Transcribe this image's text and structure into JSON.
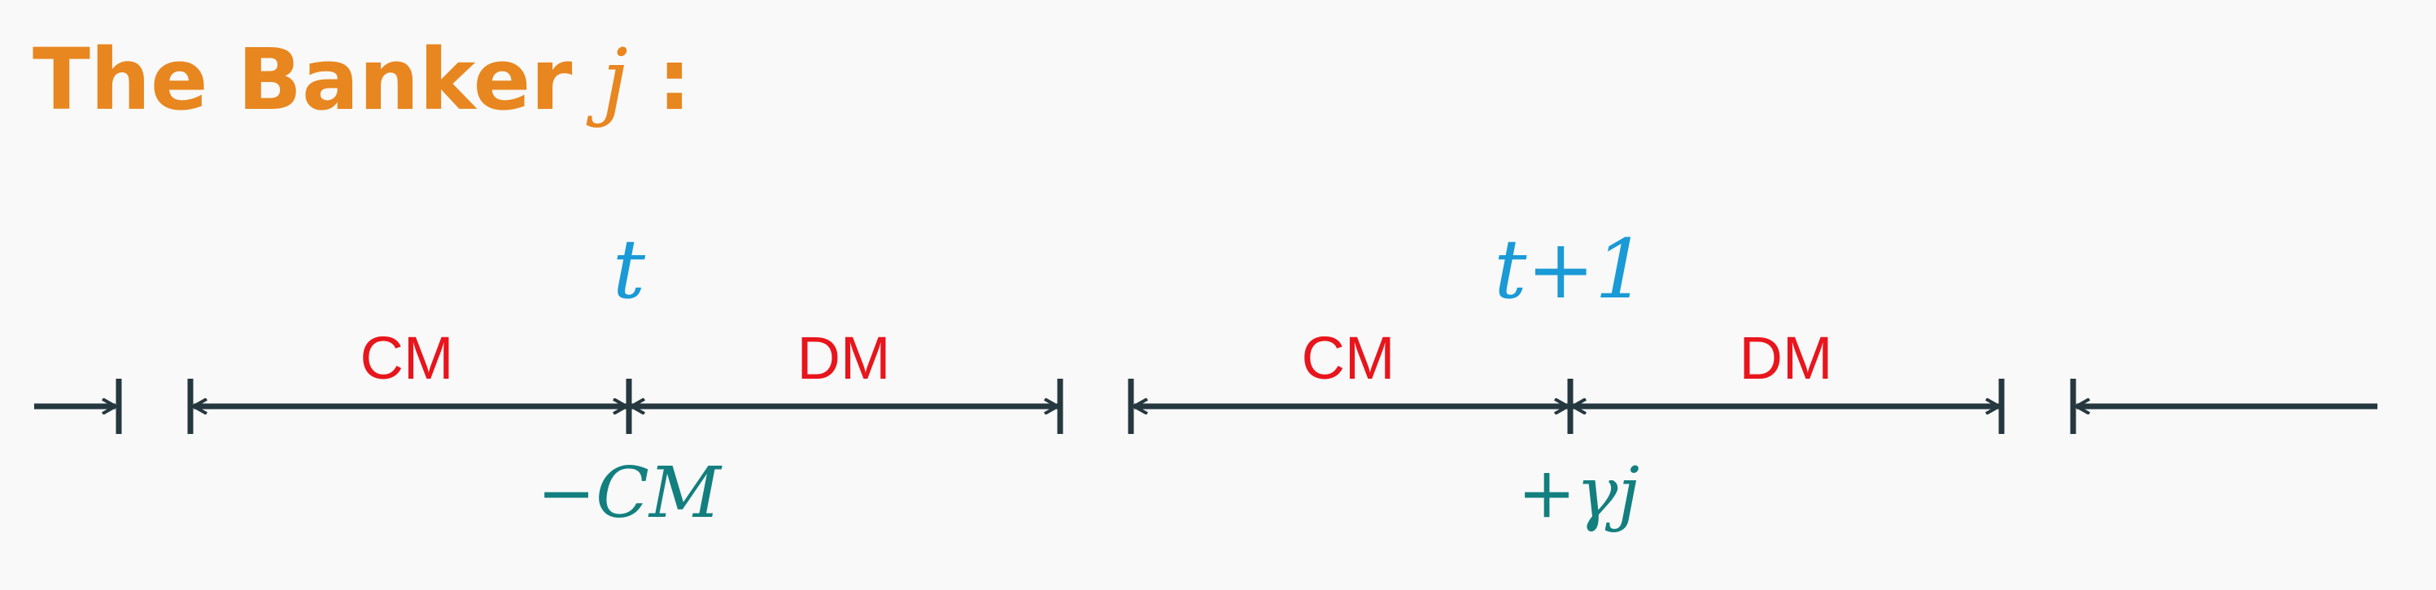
{
  "title": {
    "prefix": "The Banker ",
    "variable": "j",
    "suffix": " :"
  },
  "periods": [
    {
      "time_label": "t",
      "segments": [
        "CM",
        "DM"
      ],
      "cash_flow": "−CM"
    },
    {
      "time_label": "t+1",
      "segments": [
        "CM",
        "DM"
      ],
      "cash_flow": "+γj"
    }
  ],
  "colors": {
    "title": "#e8861f",
    "segment_label": "#e8151c",
    "time_label": "#1a9ad6",
    "cash_flow": "#137f7f",
    "axis": "#26383f"
  }
}
